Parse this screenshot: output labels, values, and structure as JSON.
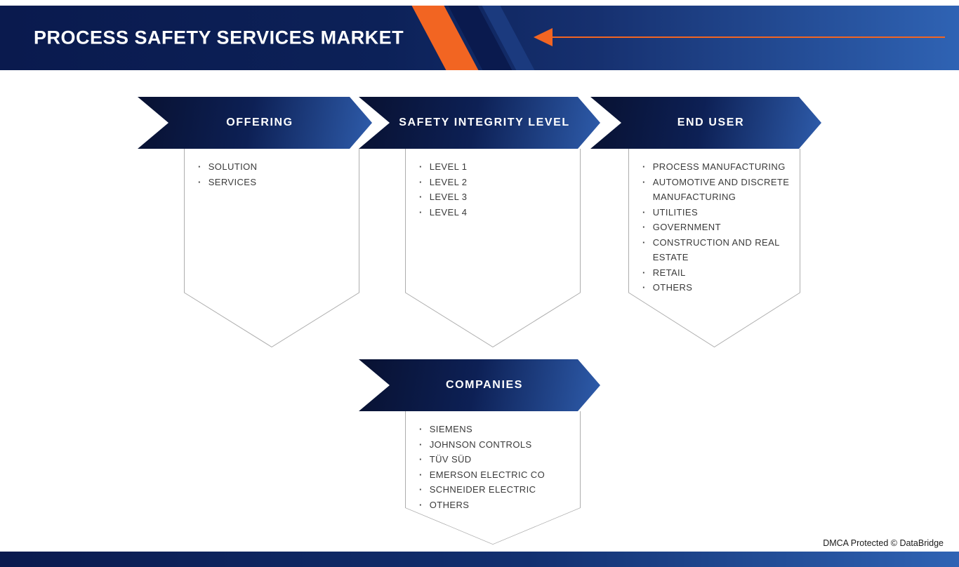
{
  "header": {
    "title": "PROCESS SAFETY SERVICES MARKET"
  },
  "sections": [
    {
      "title": "OFFERING",
      "items": [
        "SOLUTION",
        "SERVICES"
      ]
    },
    {
      "title": "SAFETY INTEGRITY LEVEL",
      "items": [
        "LEVEL 1",
        "LEVEL 2",
        "LEVEL 3",
        "LEVEL 4"
      ]
    },
    {
      "title": "END USER",
      "items": [
        "PROCESS MANUFACTURING",
        "AUTOMOTIVE AND DISCRETE MANUFACTURING",
        "UTILITIES",
        "GOVERNMENT",
        "CONSTRUCTION AND REAL ESTATE",
        "RETAIL",
        "OTHERS"
      ]
    },
    {
      "title": "COMPANIES",
      "items": [
        "SIEMENS",
        "JOHNSON CONTROLS",
        "TÜV SÜD",
        "EMERSON ELECTRIC CO",
        "SCHNEIDER ELECTRIC",
        "OTHERS"
      ]
    }
  ],
  "footer": {
    "dmca_text": "DMCA Protected © DataBridge"
  },
  "icons": {
    "bullet": "·"
  },
  "colors": {
    "accent_orange": "#F26522",
    "navy_dark": "#0A1A4E",
    "blue_light": "#2F63B4",
    "outline_gray": "#ADADAD"
  }
}
